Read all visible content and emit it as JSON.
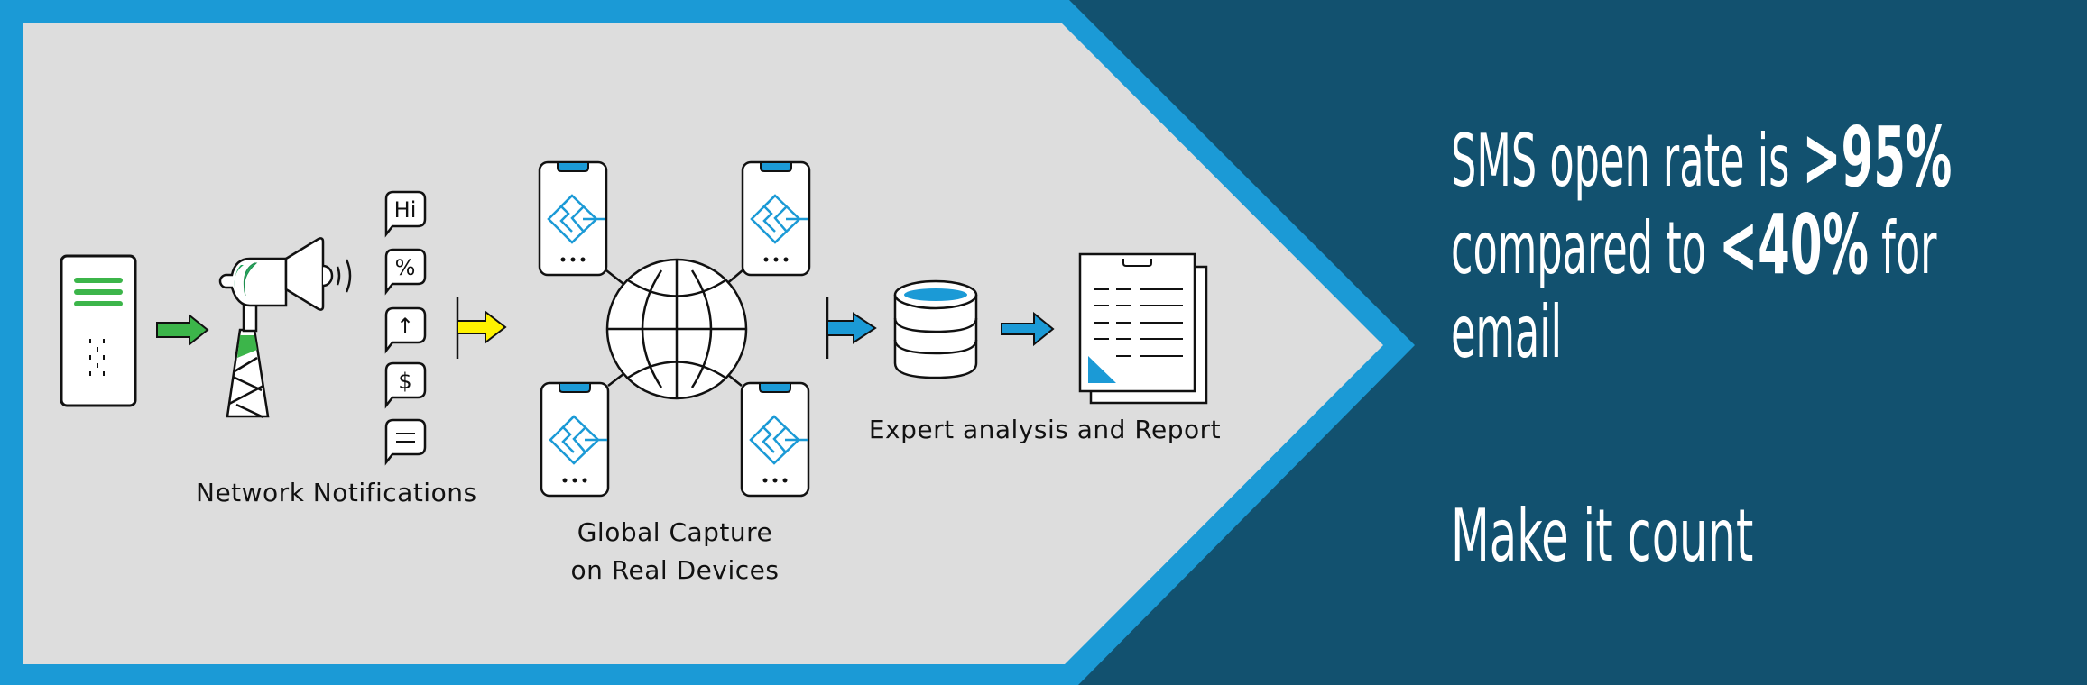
{
  "colors": {
    "frame_blue": "#1b9ad6",
    "panel_gray": "#dddddd",
    "dark_navy": "#12516f",
    "accent_green": "#3cb54a",
    "accent_yellow": "#fff200",
    "text_dark": "#111111",
    "text_light": "#ffffff"
  },
  "flow": {
    "stage1": {
      "label": "Network Notifications",
      "icons": [
        "sms-server-icon",
        "broadcast-tower-icon"
      ],
      "bubbles": [
        {
          "icon": "chat-bubble-hi-icon",
          "text": "Hi"
        },
        {
          "icon": "chat-bubble-percent-icon",
          "text": "%"
        },
        {
          "icon": "chat-bubble-arrow-up-icon",
          "text": "↑"
        },
        {
          "icon": "chat-bubble-dollar-icon",
          "text": "$"
        },
        {
          "icon": "chat-bubble-text-icon",
          "text": ""
        }
      ]
    },
    "stage2": {
      "label_line1": "Global Capture",
      "label_line2": "on Real Devices",
      "icons": [
        "globe-icon",
        "smartphone-icon"
      ]
    },
    "stage3": {
      "label": "Expert analysis and Report",
      "icons": [
        "database-icon",
        "report-document-icon"
      ]
    }
  },
  "headline": {
    "part1": "SMS open rate is ",
    "stat1": ">95%",
    "part2": "compared to ",
    "stat2": "<40%",
    "part3": " for",
    "part4": "email"
  },
  "tagline": "Make it count"
}
